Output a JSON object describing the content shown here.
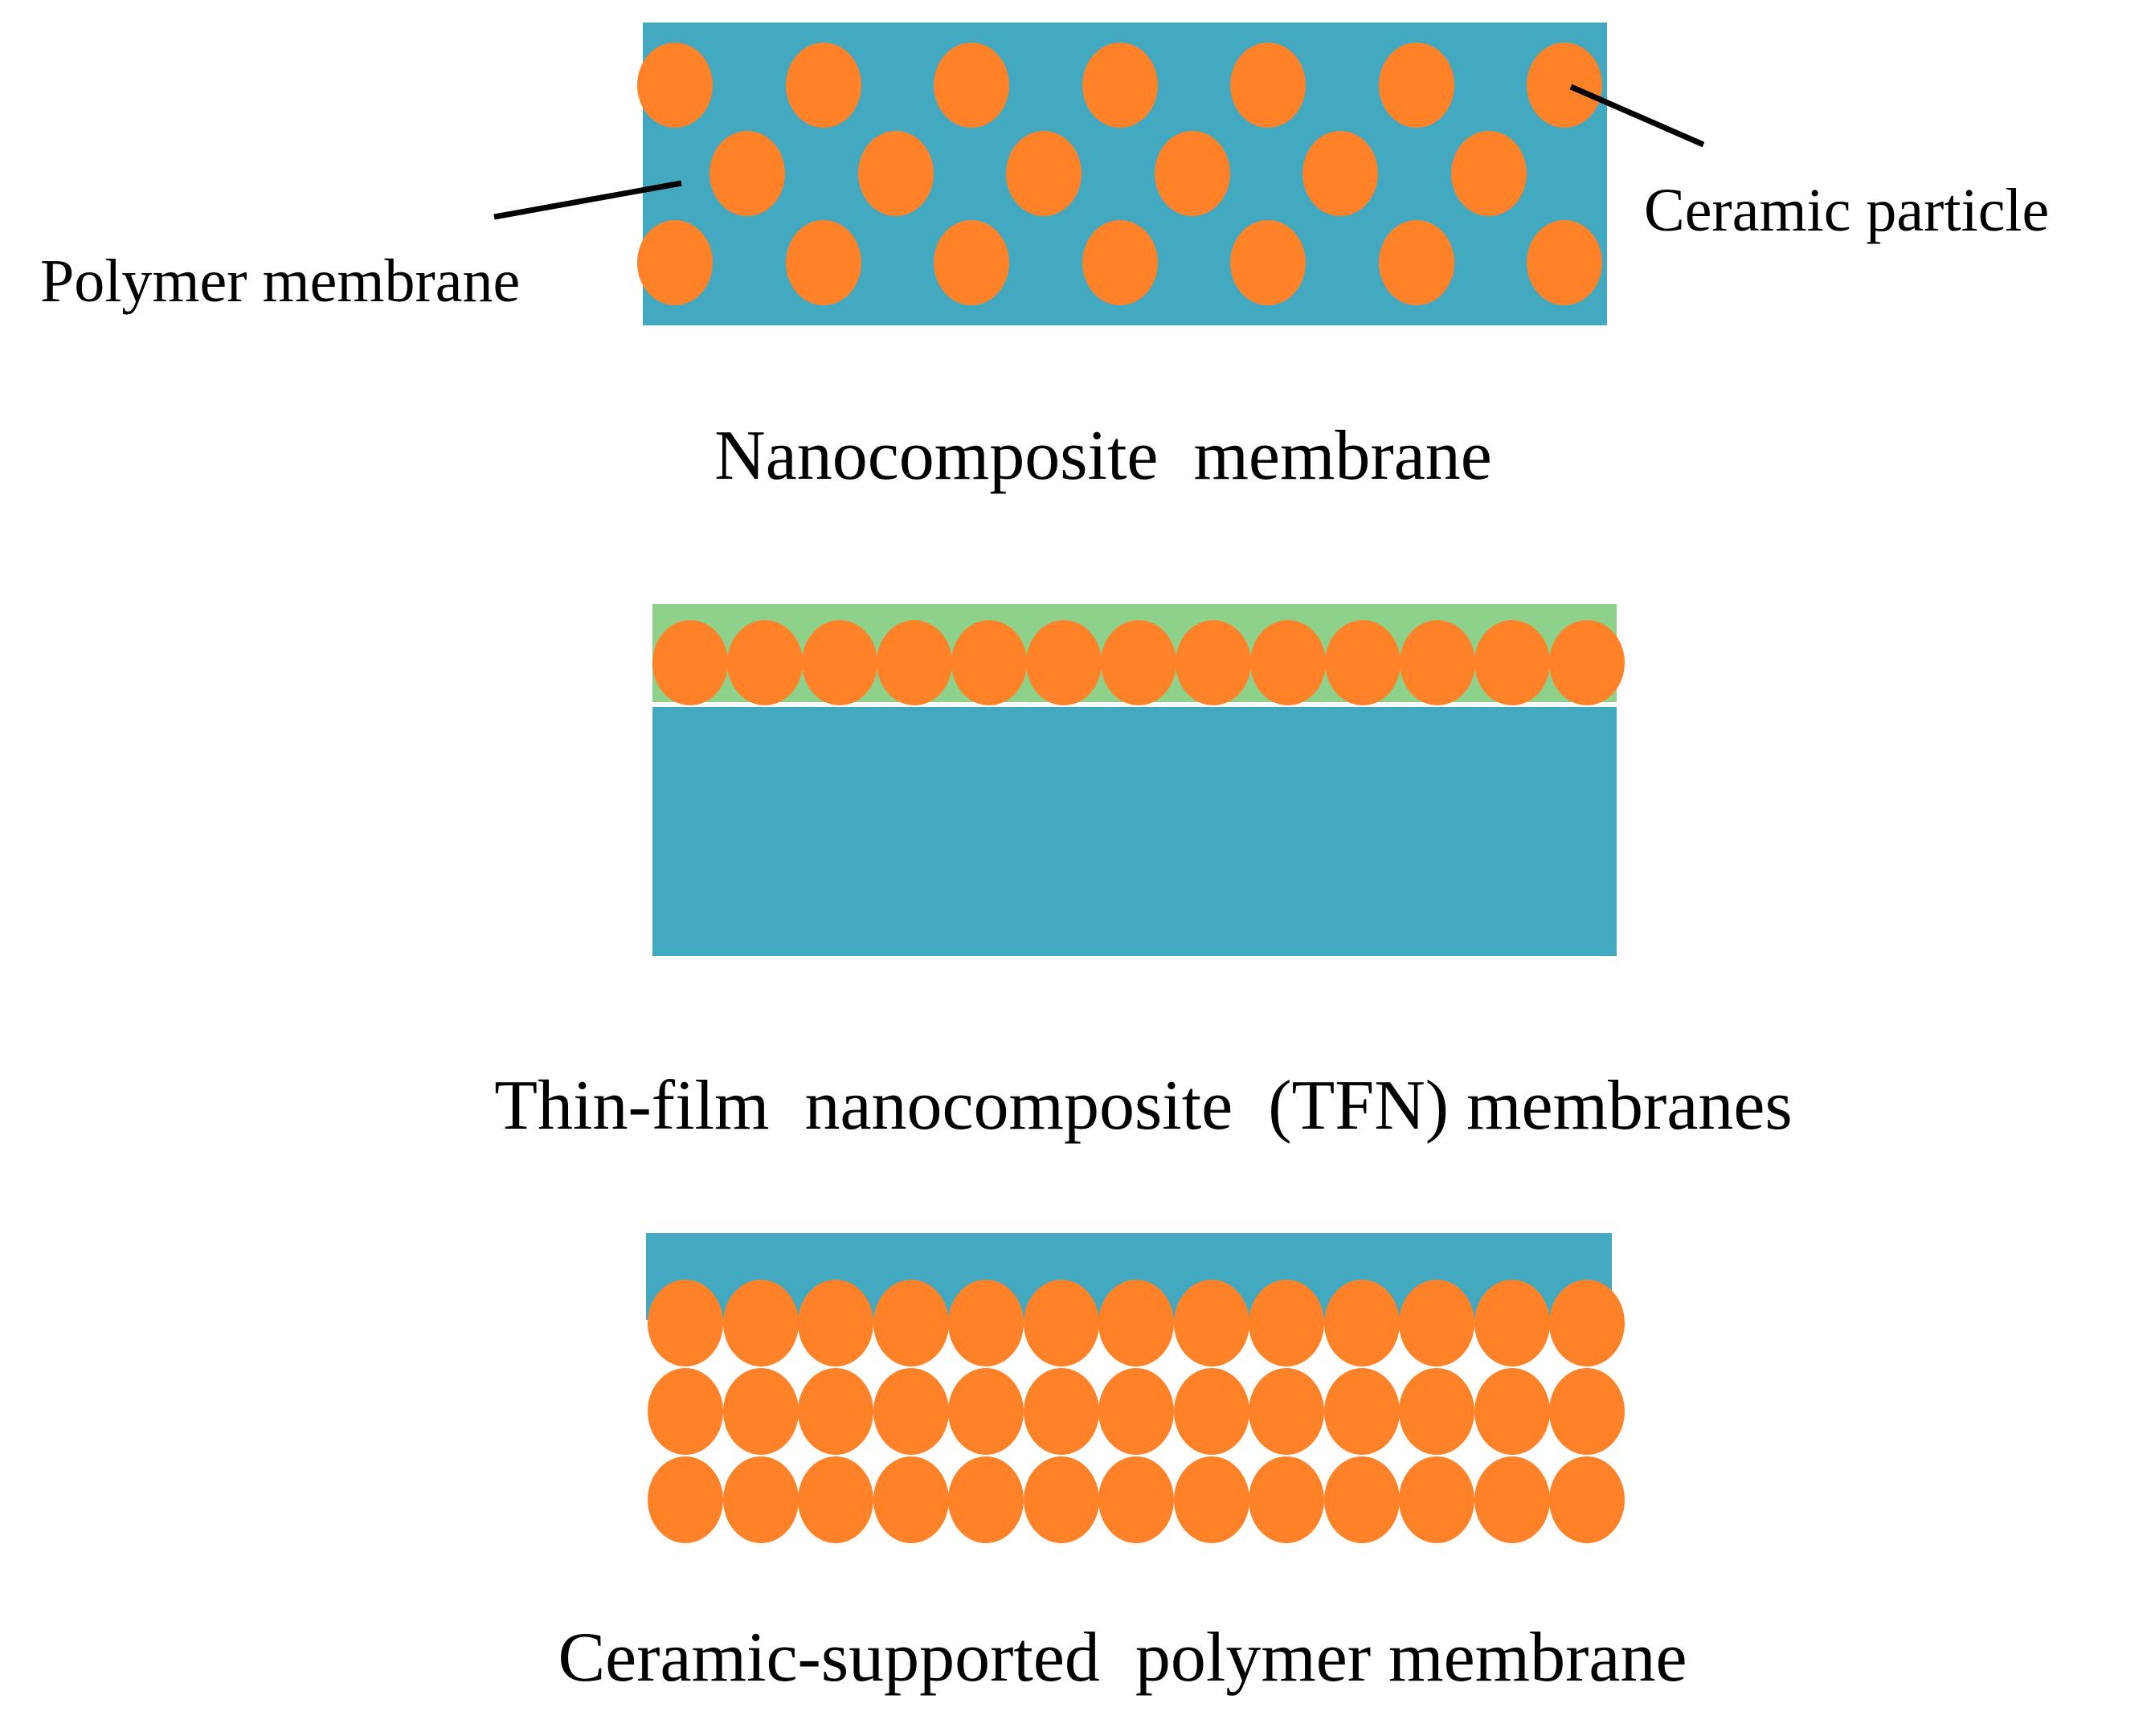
{
  "labels": {
    "polymer_membrane": "Polymer membrane",
    "ceramic_particle": "Ceramic particle"
  },
  "captions": {
    "nanocomposite": "Nanocomposite  membrane",
    "tfn": "Thin-film  nanocomposite  (TFN) membranes",
    "ceramic_supported": "Ceramic-supported  polymer membrane"
  },
  "colors": {
    "polymer": "#42A9C1",
    "ceramic": "#FF8128",
    "thin_film": "#8ED18A",
    "leader_line": "#000000"
  }
}
